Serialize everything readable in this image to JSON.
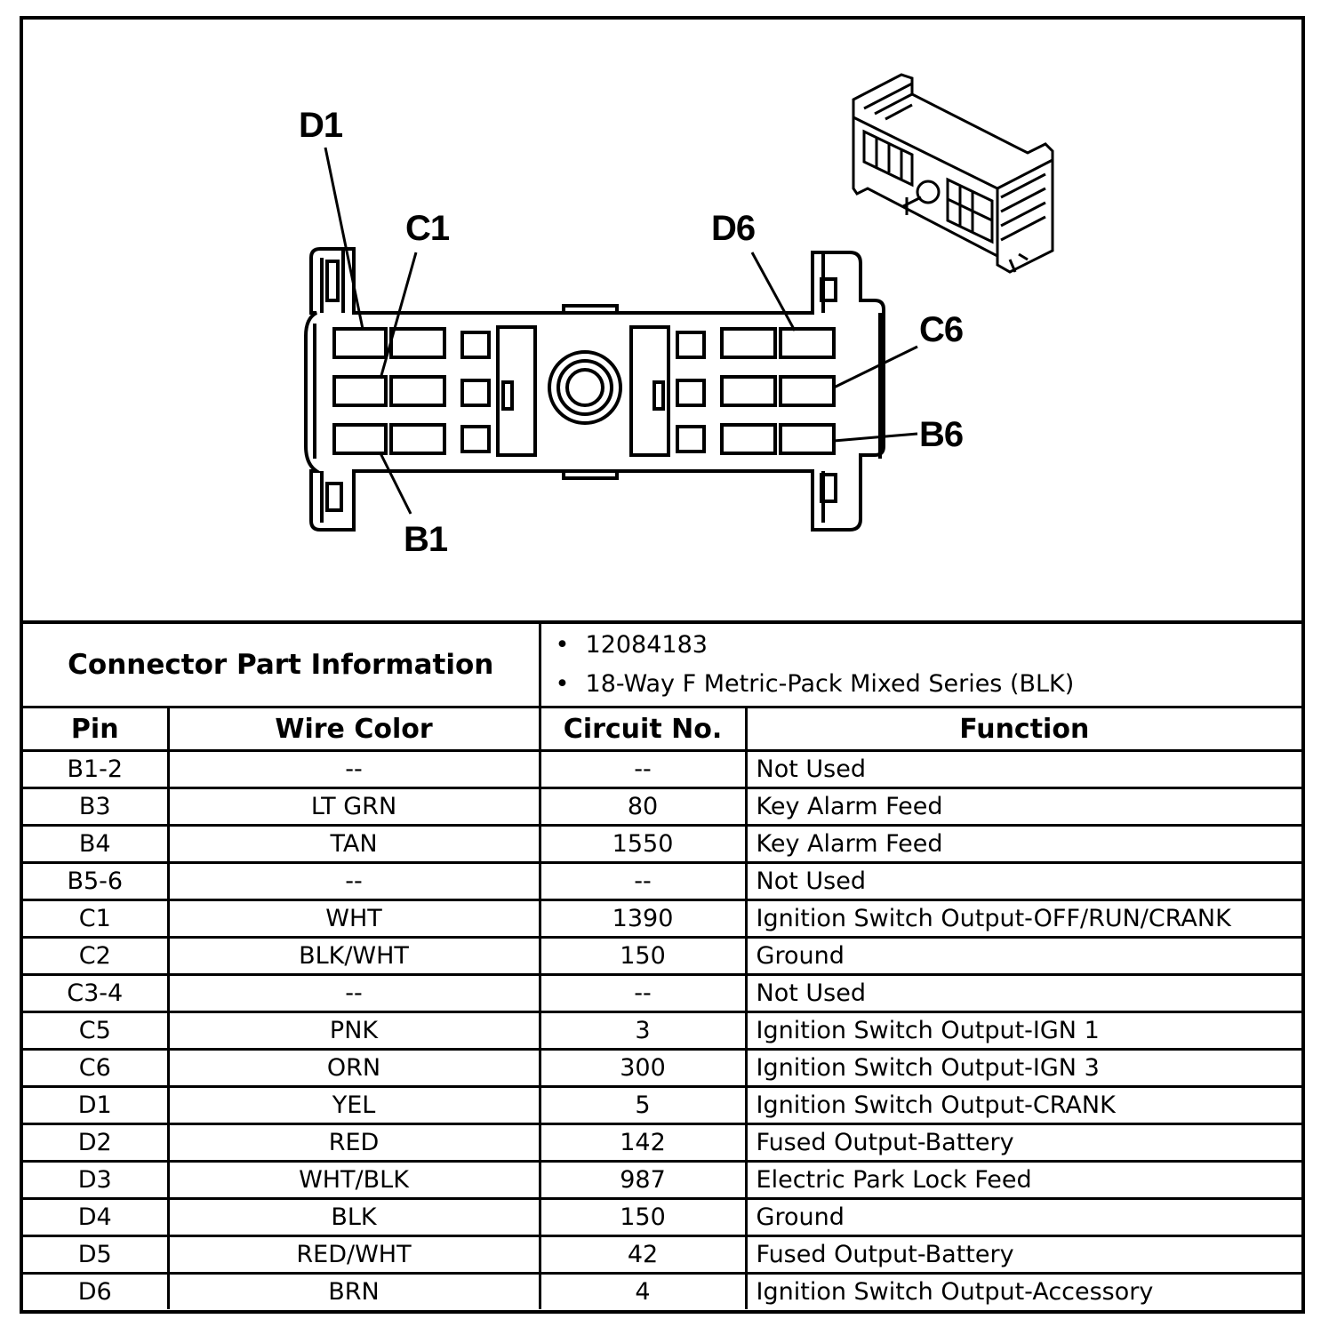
{
  "diagram": {
    "labels": {
      "d1": "D1",
      "c1": "C1",
      "d6": "D6",
      "c6": "C6",
      "b6": "B6",
      "b1": "B1"
    }
  },
  "connector_info": {
    "label": "Connector Part Information",
    "items": [
      "12084183",
      "18-Way F Metric-Pack Mixed Series (BLK)"
    ]
  },
  "table": {
    "headers": [
      "Pin",
      "Wire Color",
      "Circuit No.",
      "Function"
    ],
    "rows": [
      [
        "B1-2",
        "--",
        "--",
        "Not Used"
      ],
      [
        "B3",
        "LT GRN",
        "80",
        "Key Alarm Feed"
      ],
      [
        "B4",
        "TAN",
        "1550",
        "Key Alarm Feed"
      ],
      [
        "B5-6",
        "--",
        "--",
        "Not Used"
      ],
      [
        "C1",
        "WHT",
        "1390",
        "Ignition Switch Output-OFF/RUN/CRANK"
      ],
      [
        "C2",
        "BLK/WHT",
        "150",
        "Ground"
      ],
      [
        "C3-4",
        "--",
        "--",
        "Not Used"
      ],
      [
        "C5",
        "PNK",
        "3",
        "Ignition Switch Output-IGN 1"
      ],
      [
        "C6",
        "ORN",
        "300",
        "Ignition Switch Output-IGN 3"
      ],
      [
        "D1",
        "YEL",
        "5",
        "Ignition Switch Output-CRANK"
      ],
      [
        "D2",
        "RED",
        "142",
        "Fused Output-Battery"
      ],
      [
        "D3",
        "WHT/BLK",
        "987",
        "Electric Park Lock Feed"
      ],
      [
        "D4",
        "BLK",
        "150",
        "Ground"
      ],
      [
        "D5",
        "RED/WHT",
        "42",
        "Fused Output-Battery"
      ],
      [
        "D6",
        "BRN",
        "4",
        "Ignition Switch Output-Accessory"
      ]
    ]
  }
}
